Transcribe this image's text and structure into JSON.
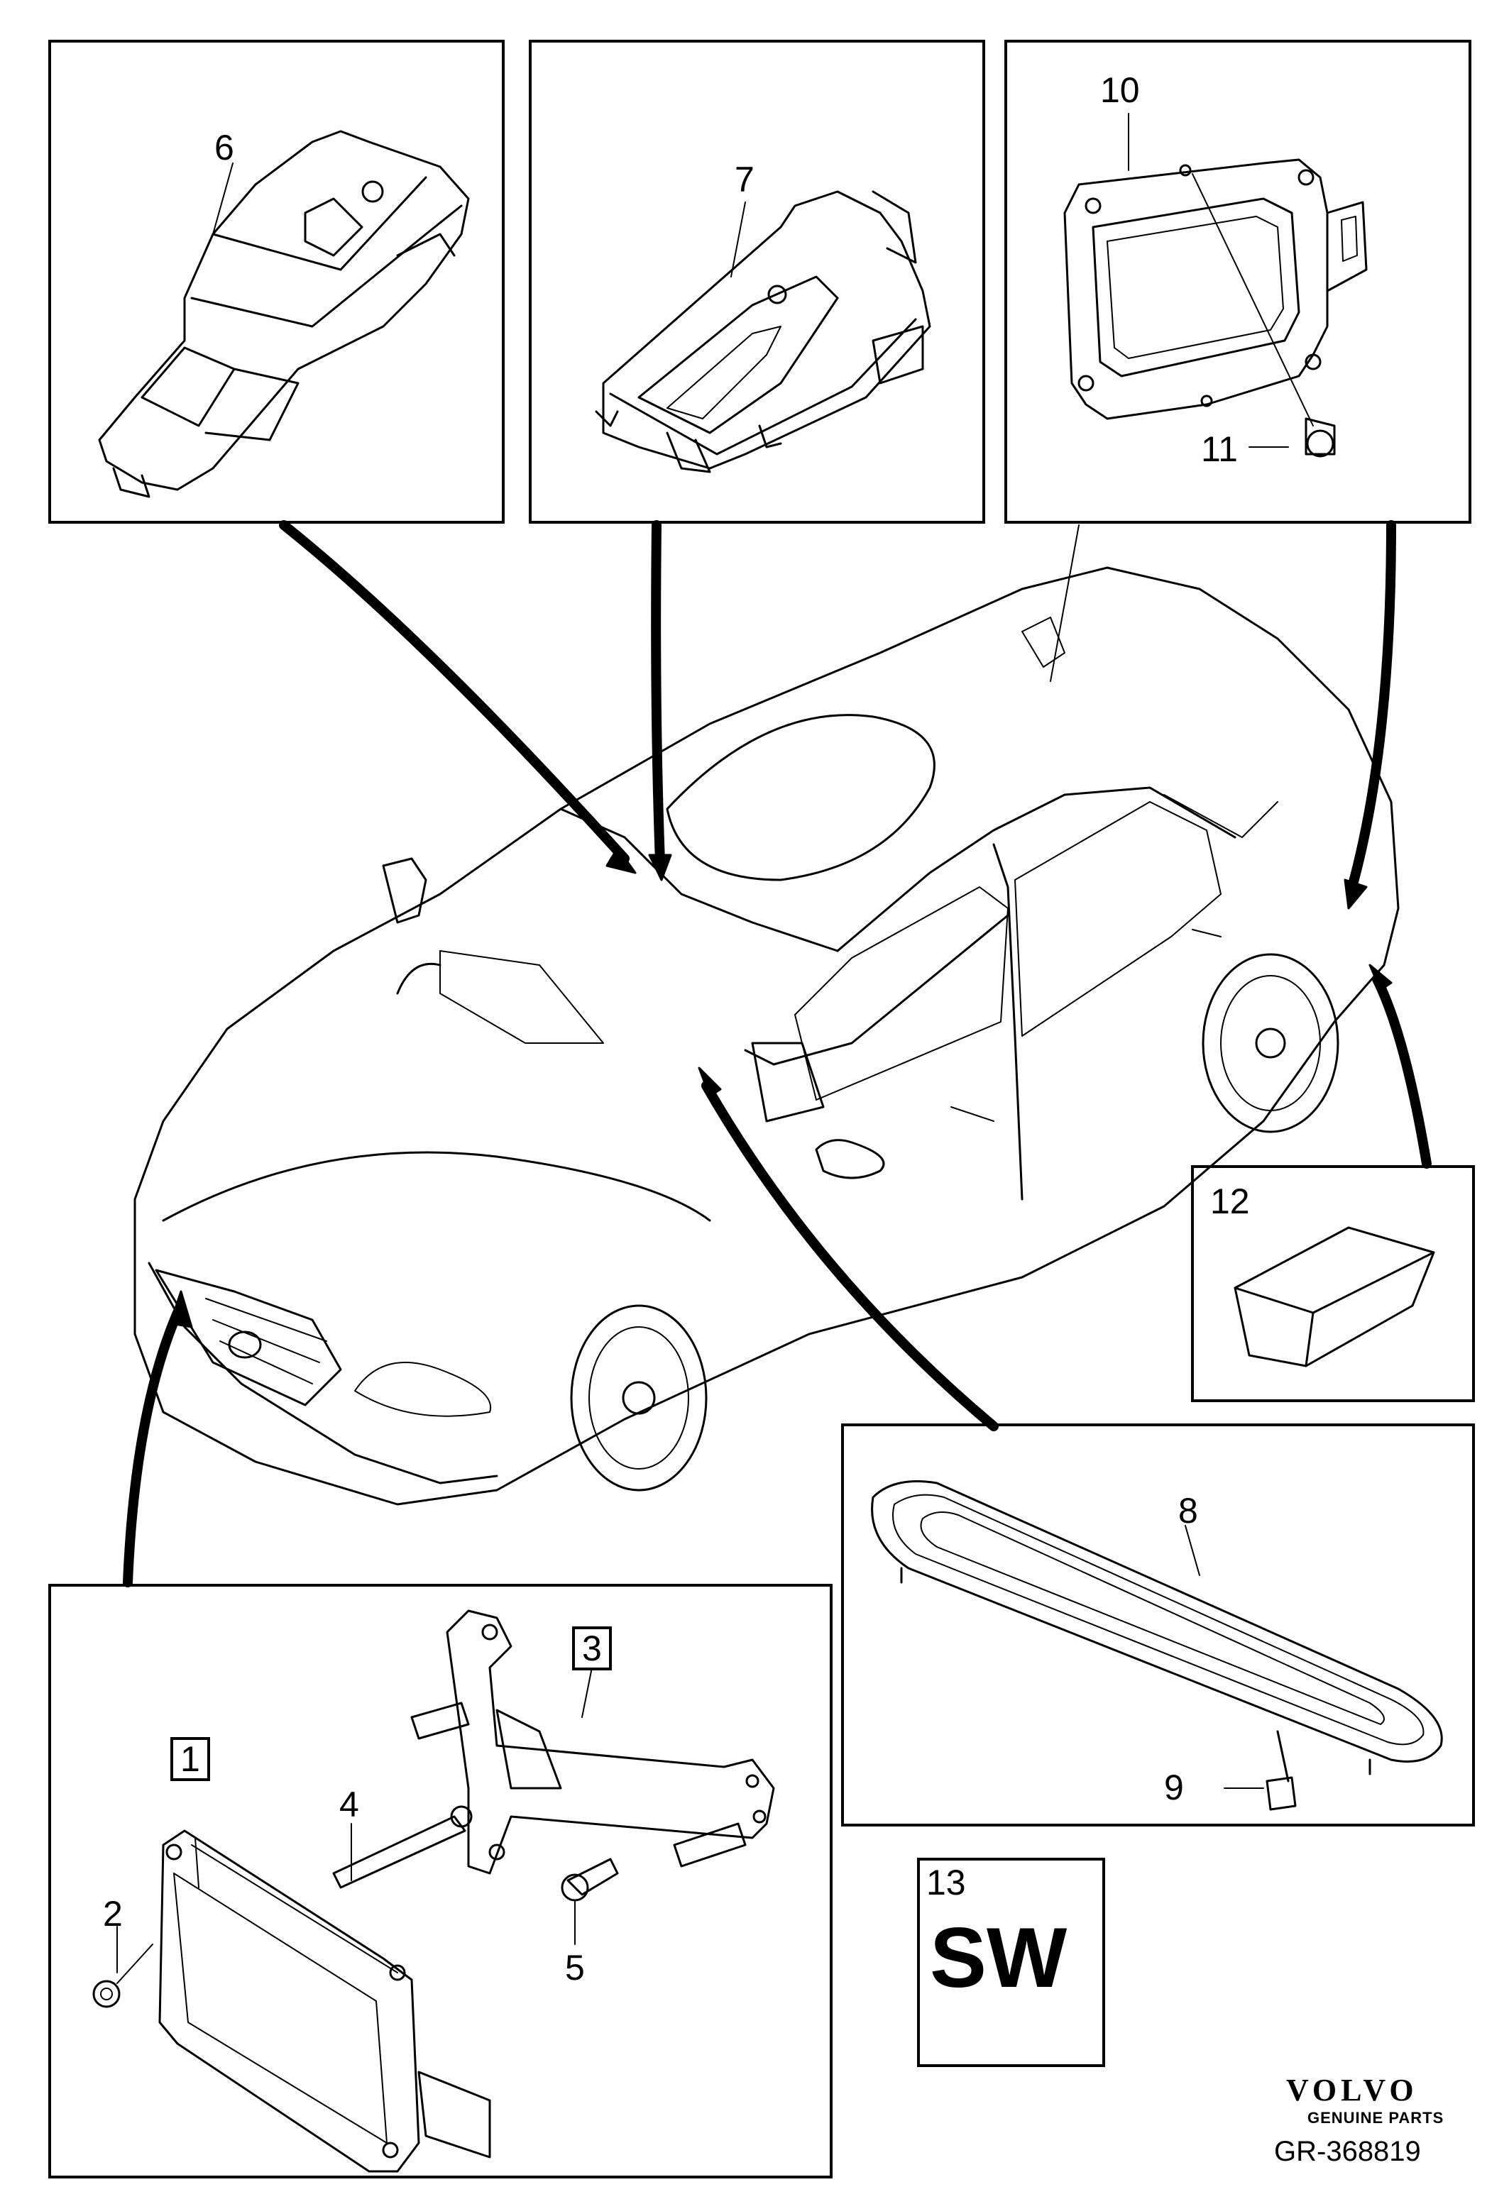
{
  "callouts": {
    "c1": "1",
    "c2": "2",
    "c3": "3",
    "c4": "4",
    "c5": "5",
    "c6": "6",
    "c7": "7",
    "c8": "8",
    "c9": "9",
    "c10": "10",
    "c11": "11",
    "c12": "12",
    "c13": "13"
  },
  "software_label": "SW",
  "brand": {
    "name": "VOLVO",
    "tagline": "GENUINE PARTS"
  },
  "reference_number": "GR-368819",
  "icons": [
    "sensor-icon",
    "camera-icon",
    "control-module-icon",
    "bolt-icon",
    "cover-icon",
    "foam-pad-icon",
    "car-icon"
  ]
}
